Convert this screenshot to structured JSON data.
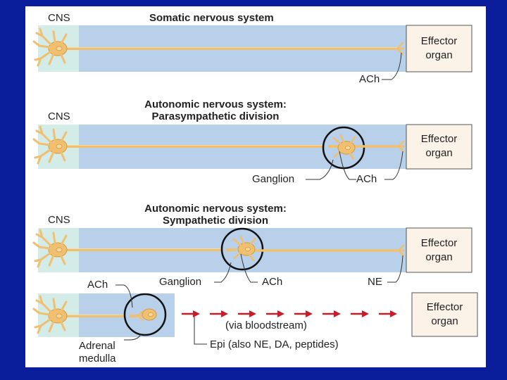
{
  "panels": {
    "somatic": {
      "title": "Somatic nervous system",
      "cns": "CNS",
      "effector_line1": "Effector",
      "effector_line2": "organ",
      "ach": "ACh"
    },
    "parasympathetic": {
      "title_line1": "Autonomic nervous system:",
      "title_line2": "Parasympathetic division",
      "cns": "CNS",
      "effector_line1": "Effector",
      "effector_line2": "organ",
      "ganglion": "Ganglion",
      "ach": "ACh"
    },
    "sympathetic": {
      "title_line1": "Autonomic nervous system:",
      "title_line2": "Sympathetic division",
      "cns": "CNS",
      "effector_line1": "Effector",
      "effector_line2": "organ",
      "ganglion": "Ganglion",
      "ach": "ACh",
      "ne": "NE"
    },
    "adrenal": {
      "ach": "ACh",
      "adrenal_line1": "Adrenal",
      "adrenal_line2": "medulla",
      "bloodstream": "(via bloodstream)",
      "epi": "Epi (also NE, DA, peptides)",
      "effector_line1": "Effector",
      "effector_line2": "organ"
    }
  },
  "colors": {
    "cns": "#d4ece8",
    "tissue": "#b8d0ea",
    "effector": "#fbf2e8",
    "neuron": "#f0c070",
    "neuron_dark": "#d49a40",
    "arrow": "#c81e28",
    "slide_border": "#0a1e9c"
  }
}
